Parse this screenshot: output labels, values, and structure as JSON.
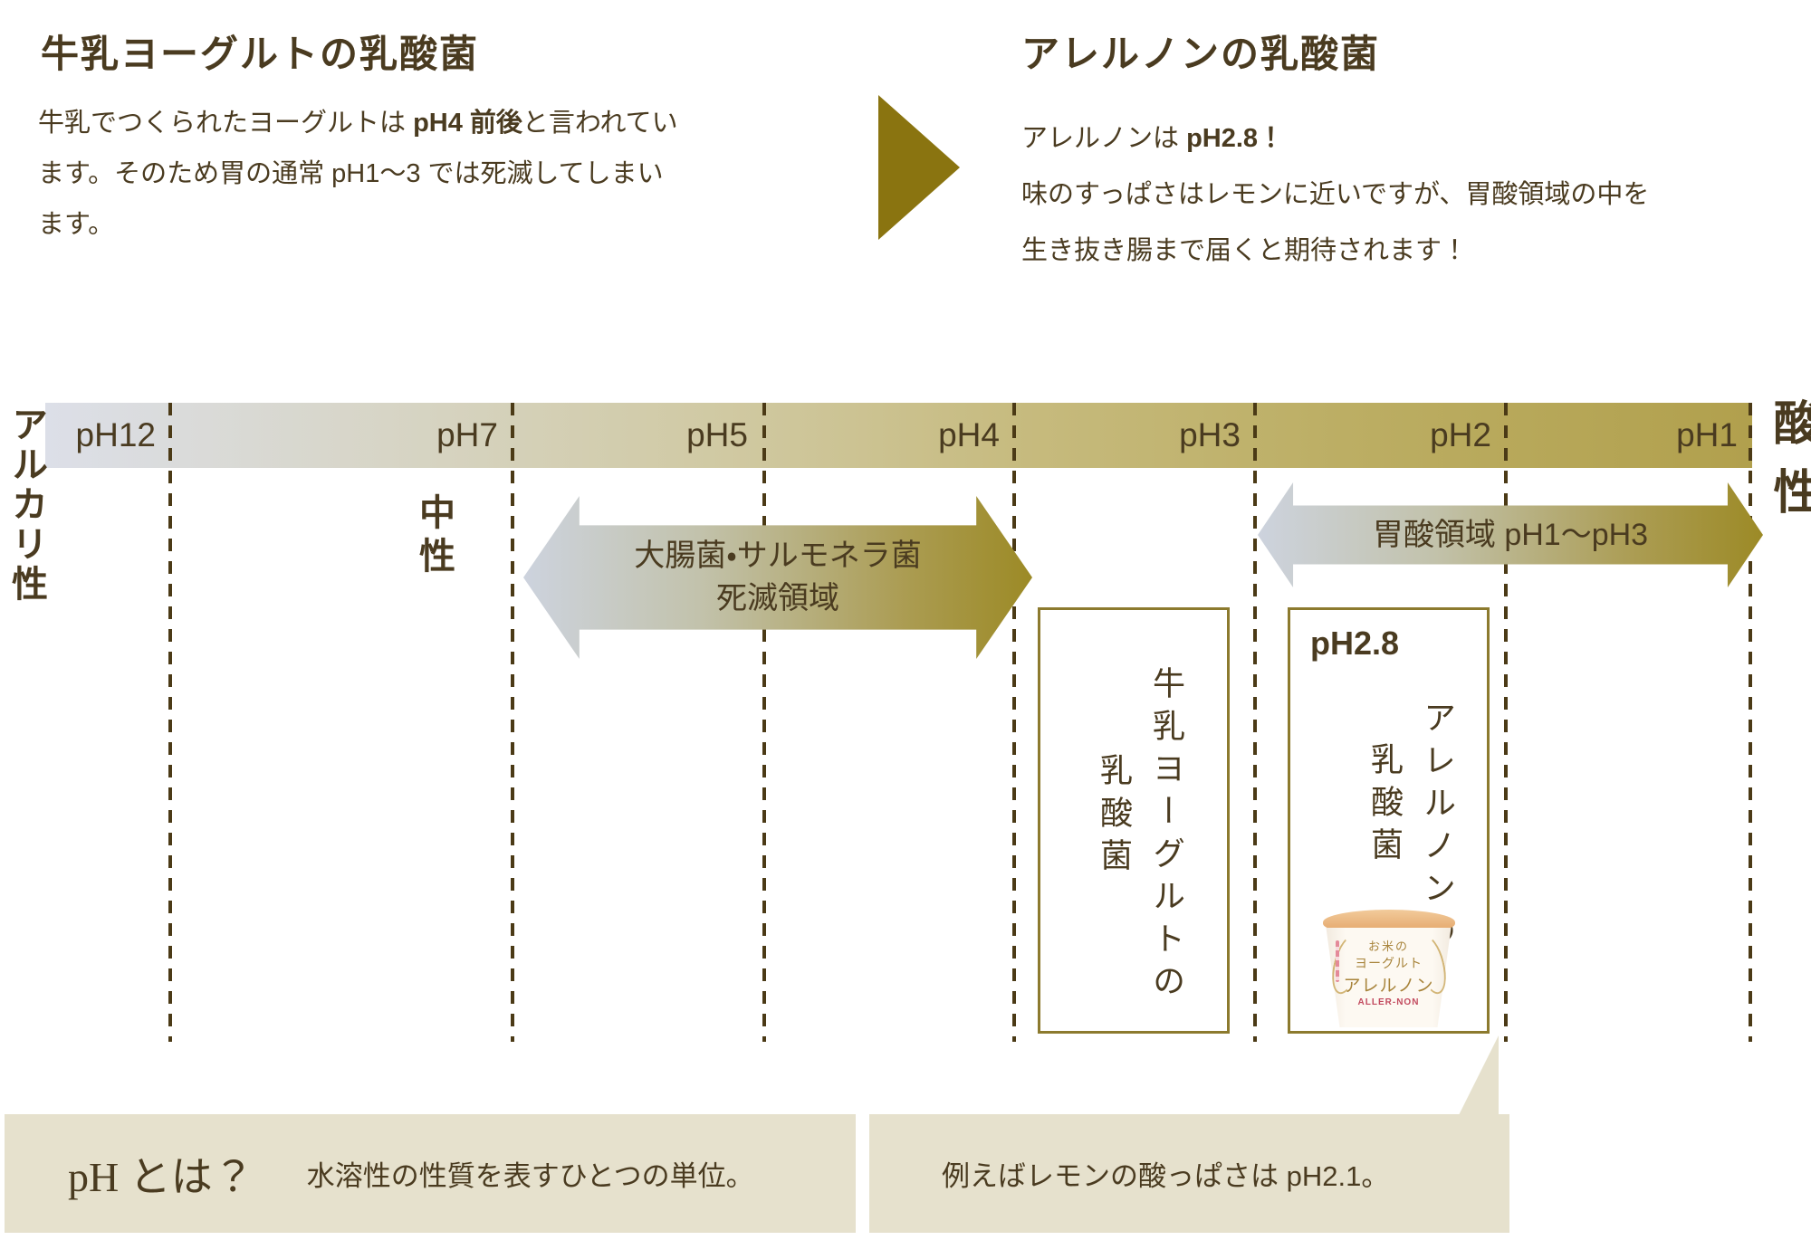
{
  "intro_left": {
    "title": "牛乳ヨーグルトの乳酸菌",
    "line1_pre": "牛乳でつくられたヨーグルトは ",
    "line1_bold": "pH4 前後",
    "line1_post": "と言われてい",
    "line2": "ます。そのため胃の通常 pH1〜3 では死滅してしまい",
    "line3": "ます。"
  },
  "intro_right": {
    "title": "アレルノンの乳酸菌",
    "line1_pre": "アレルノンは ",
    "line1_bold": "pH2.8！",
    "line2": "味のすっぱさはレモンに近いですが、胃酸領域の中を",
    "line3": "生き抜き腸まで届くと期待されます！"
  },
  "scale": {
    "alkaline_label": "アルカリ性",
    "acid_label": "酸性",
    "neutral_label": "中性",
    "ticks": [
      "pH12",
      "pH7",
      "pH5",
      "pH4",
      "pH3",
      "pH2",
      "pH1"
    ]
  },
  "annotations": {
    "kill_zone_line1": "大腸菌・サルモネラ菌",
    "kill_zone_line2": "死滅領域",
    "stomach_zone": "胃酸領域 pH1〜pH3"
  },
  "milk_box": {
    "line1": "牛乳ヨーグルトの",
    "line2": "乳酸菌"
  },
  "allernon_box": {
    "ph_value": "pH2.8",
    "line1": "アレルノンの",
    "line2": "乳酸菌"
  },
  "product_cup": {
    "line1": "お米の",
    "line2": "ヨーグルト",
    "line3": "アレルノン",
    "brand": "ALLER-NON"
  },
  "footer": {
    "ph_title": "pH とは？",
    "ph_desc": "水溶性の性質を表すひとつの単位。",
    "lemon_note": "例えばレモンの酸っぱさは pH2.1。"
  },
  "colors": {
    "text_brown": "#4a3b20",
    "accent_gold": "#8a7410",
    "bar_left": "#dcdfe8",
    "bar_right": "#b1a04d",
    "panel_bg": "#e6e1cd",
    "box_border": "#8c7a2e",
    "brand_red": "#c24a5e"
  }
}
